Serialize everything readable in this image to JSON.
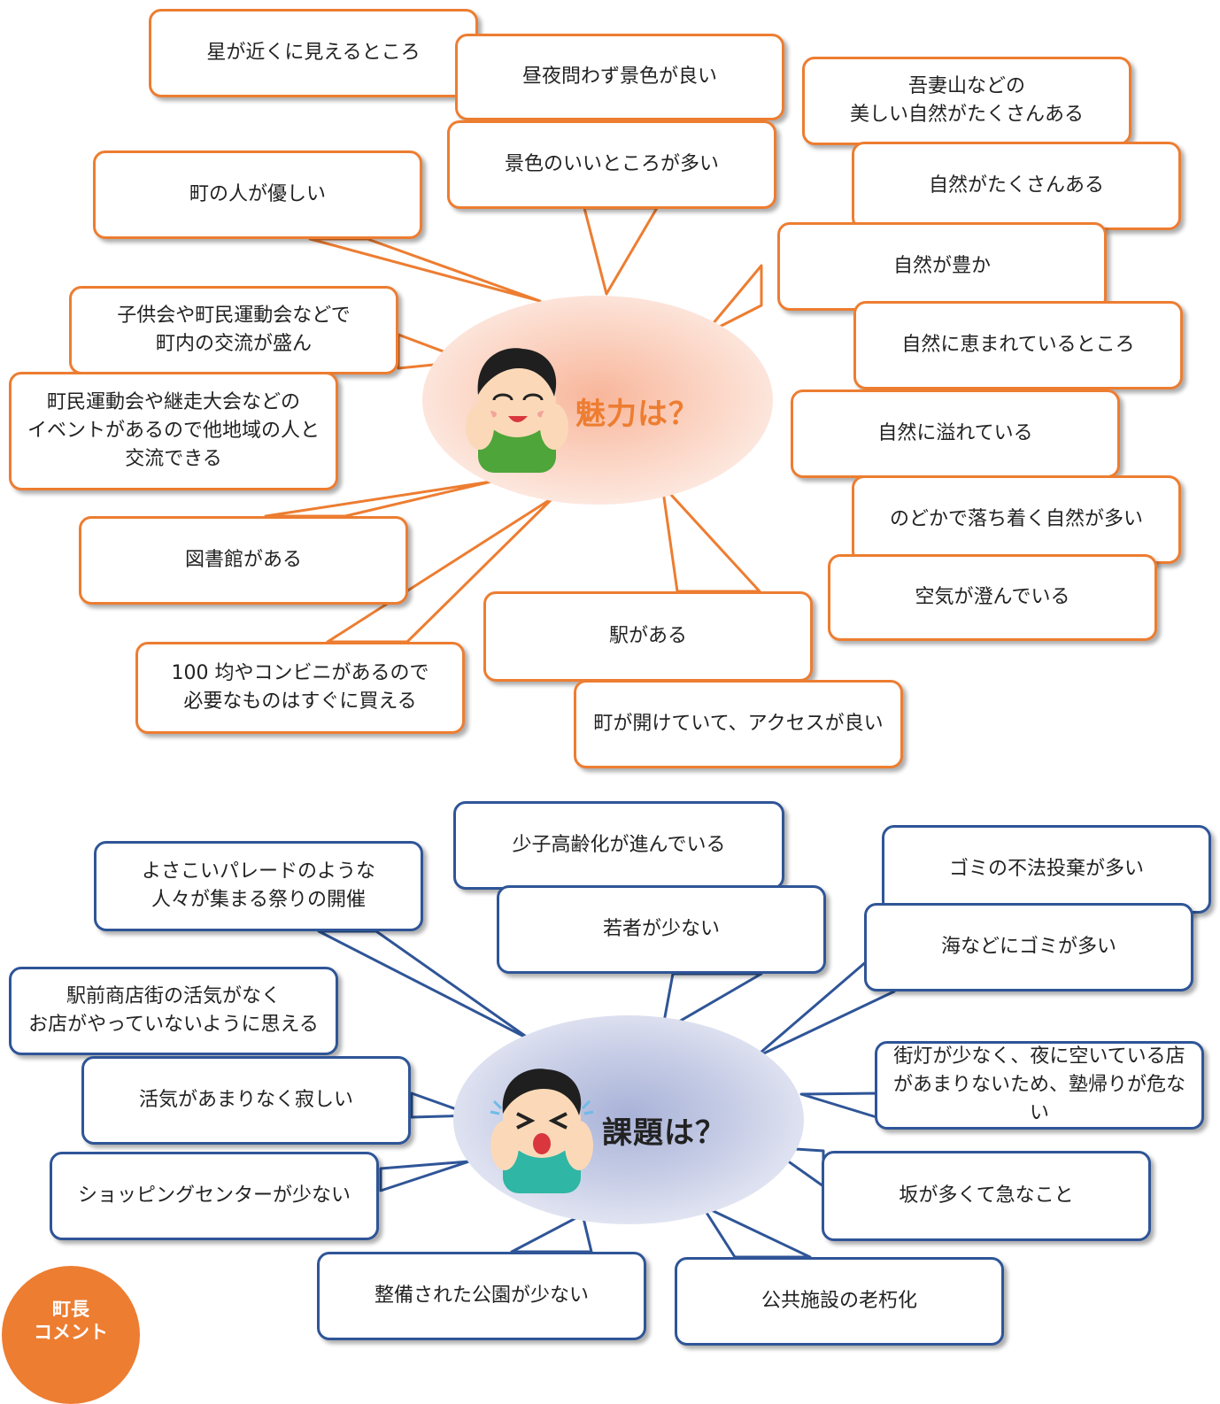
{
  "attractions": {
    "hub_label": "魅力は？",
    "items": [
      {
        "text": "星が近くに見えるところ"
      },
      {
        "text": "昼夜問わず景色が良い"
      },
      {
        "text": "吾妻山などの\n美しい自然がたくさんある"
      },
      {
        "text": "景色のいいところが多い"
      },
      {
        "text": "町の人が優しい"
      },
      {
        "text": "自然がたくさんある"
      },
      {
        "text": "自然が豊か"
      },
      {
        "text": "子供会や町民運動会などで\n町内の交流が盛ん"
      },
      {
        "text": "自然に恵まれているところ"
      },
      {
        "text": "町民運動会や継走大会などの\nイベントがあるので他地域の人と\n交流できる"
      },
      {
        "text": "自然に溢れている"
      },
      {
        "text": "のどかで落ち着く自然が多い"
      },
      {
        "text": "図書館がある"
      },
      {
        "text": "空気が澄んでいる"
      },
      {
        "text": "駅がある"
      },
      {
        "text": "100 均やコンビニがあるので\n必要なものはすぐに買える"
      },
      {
        "text": "町が開けていて、アクセスが良い"
      }
    ]
  },
  "issues": {
    "hub_label": "課題は？",
    "items": [
      {
        "text": "少子高齢化が進んでいる"
      },
      {
        "text": "よさこいパレードのような\n人々が集まる祭りの開催"
      },
      {
        "text": "ゴミの不法投棄が多い"
      },
      {
        "text": "若者が少ない"
      },
      {
        "text": "海などにゴミが多い"
      },
      {
        "text": "駅前商店街の活気がなく\nお店がやっていないように思える"
      },
      {
        "text": "街灯が少なく、夜に空いている店\nがあまりないため、塾帰りが危ない"
      },
      {
        "text": "活気があまりなく寂しい"
      },
      {
        "text": "ショッピングセンターが少ない"
      },
      {
        "text": "坂が多くて急なこと"
      },
      {
        "text": "整備された公園が少ない"
      },
      {
        "text": "公共施設の老朽化"
      }
    ]
  },
  "badge": {
    "label": "町長\nコメント"
  },
  "colors": {
    "accent_orange": "#ed7d31",
    "accent_blue": "#2f5597"
  }
}
